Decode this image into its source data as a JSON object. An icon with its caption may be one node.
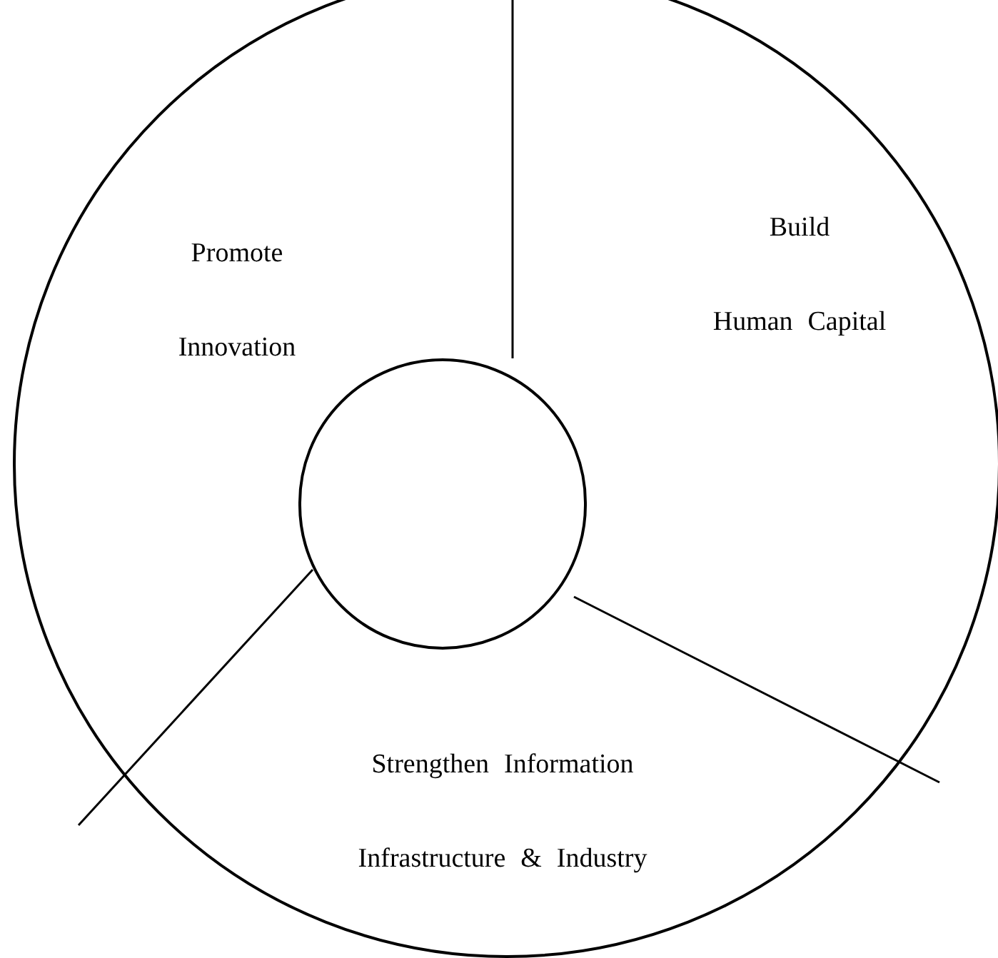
{
  "diagram": {
    "nodes": [
      {
        "text": [
          "Promote Innovation"
        ]
      },
      {
        "text": [
          "Build Human Capital"
        ]
      },
      {
        "text": [
          "Strengthen Information Infrastructure & Industry"
        ]
      },
      {
        "text": [],
        "shape": "circle"
      }
    ]
  }
}
